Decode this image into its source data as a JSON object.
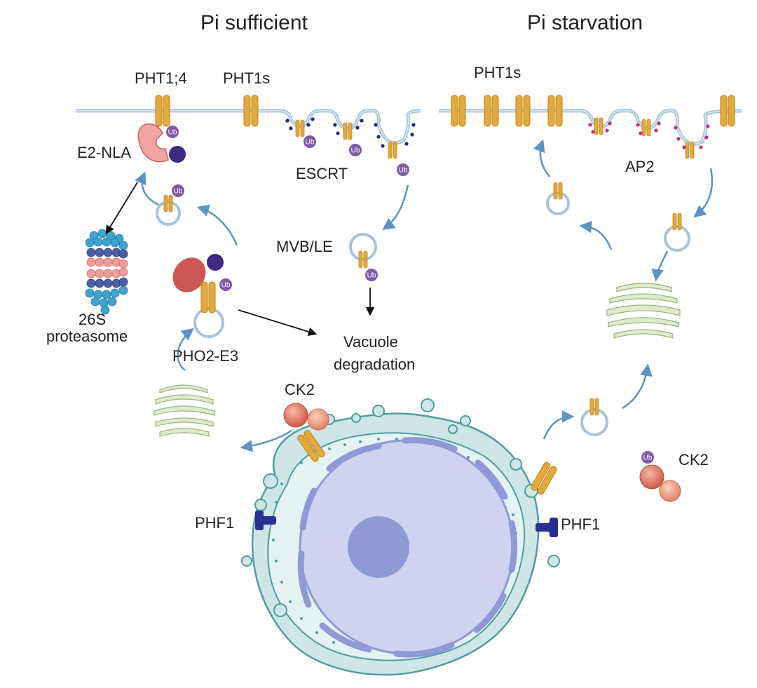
{
  "titles": {
    "left": "Pi sufficient",
    "right": "Pi starvation"
  },
  "labels": {
    "pht1_4": "PHT1;4",
    "pht1s_left": "PHT1s",
    "pht1s_right": "PHT1s",
    "e2_nla": "E2-NLA",
    "escrt": "ESCRT",
    "ap2": "AP2",
    "mvb_le": "MVB/LE",
    "proteasome_line1": "26S",
    "proteasome_line2": "proteasome",
    "vacuole_line1": "Vacuole",
    "vacuole_line2": "degradation",
    "pho2_e3": "PHO2-E3",
    "ck2_left": "CK2",
    "ck2_right": "CK2",
    "phf1_left": "PHF1",
    "phf1_right": "PHF1",
    "ub": "Ub"
  },
  "colors": {
    "membrane": "#a9c2d8",
    "transporter": "#e3a93a",
    "transporter_dark": "#b9821d",
    "ub": "#7d5aa6",
    "e2": "#f2a3a3",
    "e3": "#cc5656",
    "ligand": "#3d2a82",
    "escrt_dots": "#1e2a7a",
    "ap2_dots": "#c2307a",
    "arrow": "#5b93c4",
    "golgi": "#dfe9cc",
    "er": "#cfe6e6",
    "nucleus": "#cfd3ef",
    "nucleolus": "#8f99d6",
    "phf1": "#27318f",
    "ck2": "#e07a62"
  }
}
